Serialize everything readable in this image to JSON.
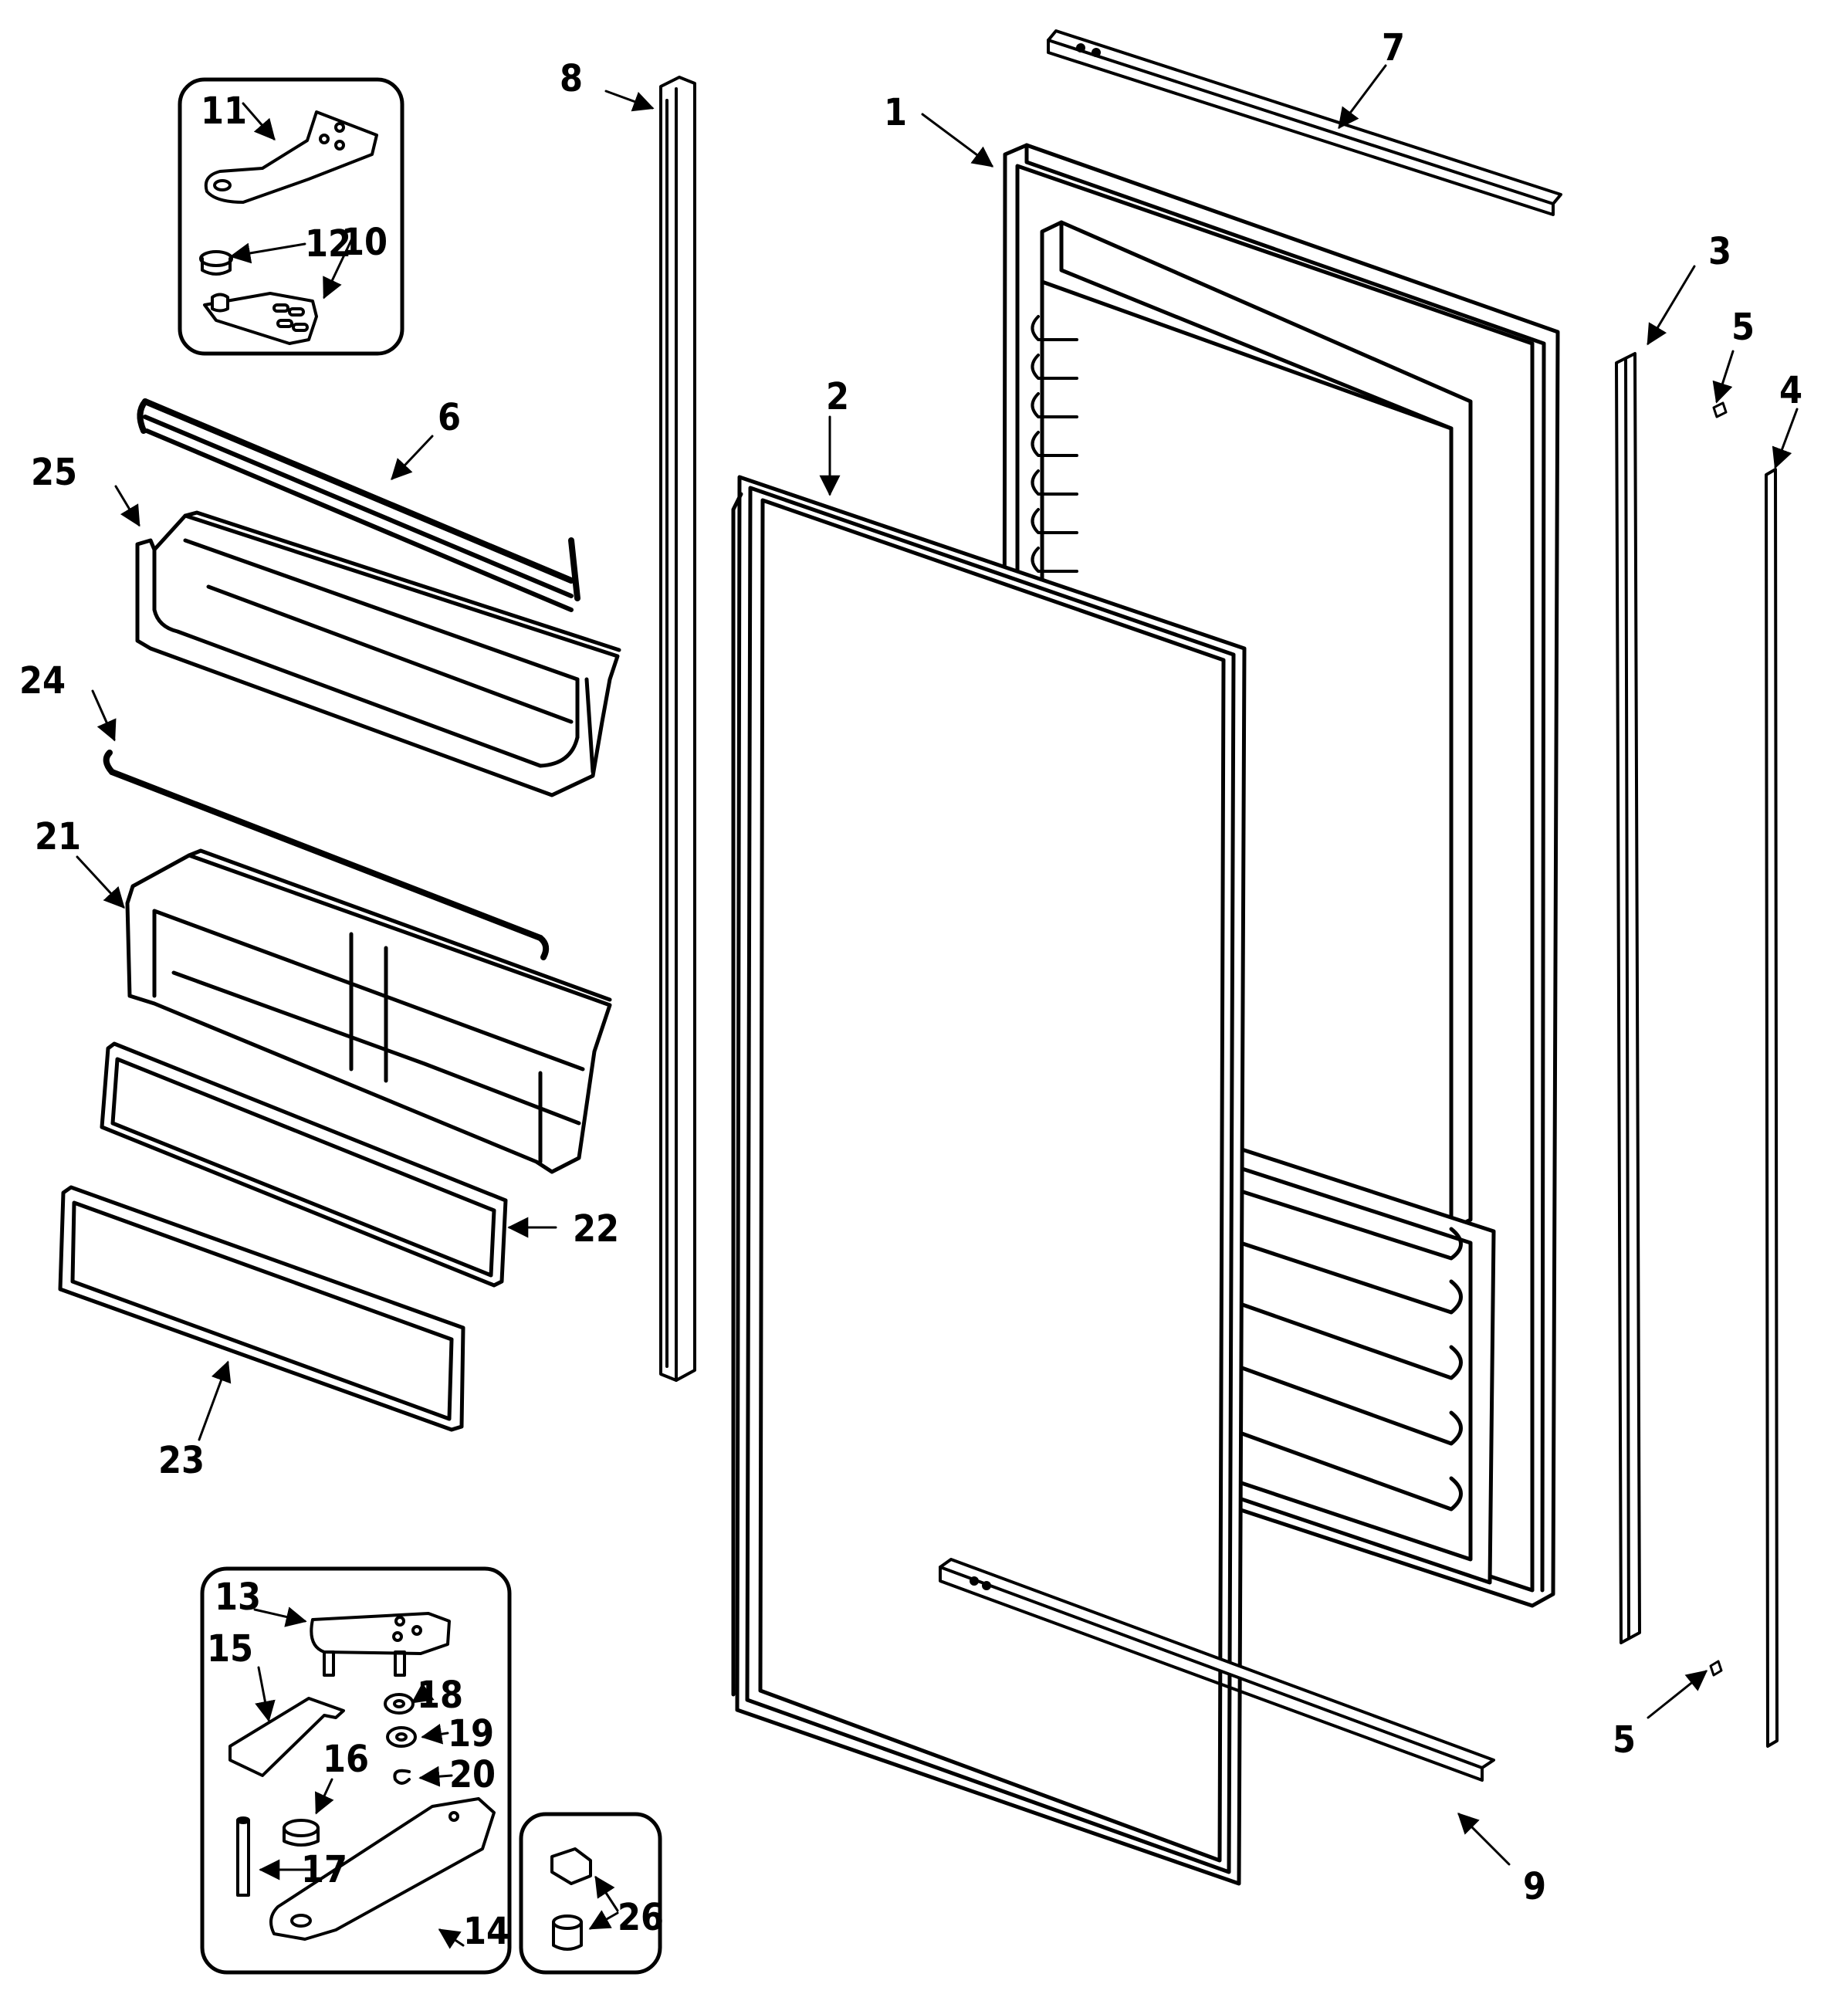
{
  "diagram": {
    "labels": {
      "l1": "1",
      "l2": "2",
      "l3": "3",
      "l4": "4",
      "l5a": "5",
      "l5b": "5",
      "l6": "6",
      "l7": "7",
      "l8": "8",
      "l9": "9",
      "l10": "10",
      "l11": "11",
      "l12": "12",
      "l13": "13",
      "l14": "14",
      "l15": "15",
      "l16": "16",
      "l17": "17",
      "l18": "18",
      "l19": "19",
      "l20": "20",
      "l21": "21",
      "l22": "22",
      "l23": "23",
      "l24": "24",
      "l25": "25",
      "l26": "26"
    }
  }
}
